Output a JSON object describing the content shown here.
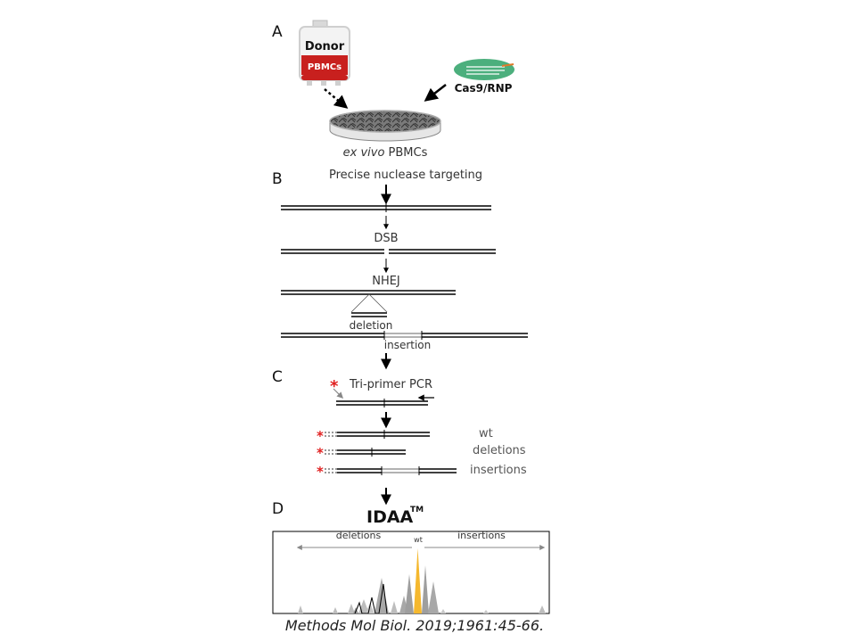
{
  "panel_a": {
    "letter": "A",
    "bag_top_label": "Donor",
    "bag_bottom_label": "PBMCs",
    "rnp_label": "Cas9/RNP",
    "dish_label_italic": "ex vivo",
    "dish_label_rest": " PBMCs"
  },
  "panel_b": {
    "letter": "B",
    "title": "Precise nuclease targeting",
    "step_dsb": "DSB",
    "step_nhej": "NHEJ",
    "deletion": "deletion",
    "insertion": "insertion"
  },
  "panel_c": {
    "letter": "C",
    "title": "Tri-primer PCR",
    "star": "*",
    "wt": "wt",
    "deletions": "deletions",
    "insertions": "insertions"
  },
  "panel_d": {
    "letter": "D",
    "title": "IDAA",
    "trademark": "TM",
    "deletions": "deletions",
    "wt": "wt",
    "insertions": "insertions"
  },
  "citation": "Methods Mol Biol. 2019;1961:45-66.",
  "colors": {
    "blood_red": "#c8201e",
    "rnp_green": "#4caf7d",
    "wt_peak": "#f5b82e",
    "star_red": "#e02020"
  }
}
